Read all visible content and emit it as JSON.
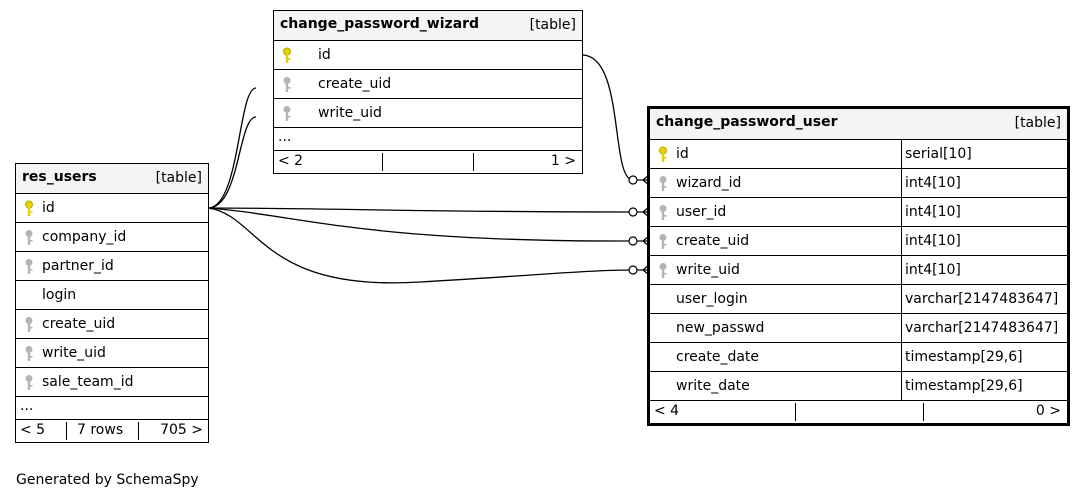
{
  "tables": {
    "wizard": {
      "name": "change_password_wizard",
      "type": "[table]",
      "columns": [
        "id",
        "create_uid",
        "write_uid"
      ],
      "ellipsis": "...",
      "footer": {
        "left": "< 2",
        "middle": "",
        "right": "1 >"
      }
    },
    "res_users": {
      "name": "res_users",
      "type": "[table]",
      "columns": [
        "id",
        "company_id",
        "partner_id",
        "login",
        "create_uid",
        "write_uid",
        "sale_team_id"
      ],
      "ellipsis": "...",
      "footer": {
        "left": "< 5",
        "middle": "7 rows",
        "right": "705 >"
      }
    },
    "user": {
      "name": "change_password_user",
      "type": "[table]",
      "columns": [
        {
          "name": "id",
          "type": "serial[10]"
        },
        {
          "name": "wizard_id",
          "type": "int4[10]"
        },
        {
          "name": "user_id",
          "type": "int4[10]"
        },
        {
          "name": "create_uid",
          "type": "int4[10]"
        },
        {
          "name": "write_uid",
          "type": "int4[10]"
        },
        {
          "name": "user_login",
          "type": "varchar[2147483647]"
        },
        {
          "name": "new_passwd",
          "type": "varchar[2147483647]"
        },
        {
          "name": "create_date",
          "type": "timestamp[29,6]"
        },
        {
          "name": "write_date",
          "type": "timestamp[29,6]"
        }
      ],
      "footer": {
        "left": "< 4",
        "middle": "",
        "right": "0 >"
      }
    }
  },
  "colors": {
    "primary_key": "#e6d200",
    "foreign_key": "#b4b4b4",
    "header_bg": "#f4f4f4"
  },
  "icons": {
    "primary_key": "key-icon",
    "foreign_key": "key-icon"
  },
  "credit": "Generated by SchemaSpy"
}
